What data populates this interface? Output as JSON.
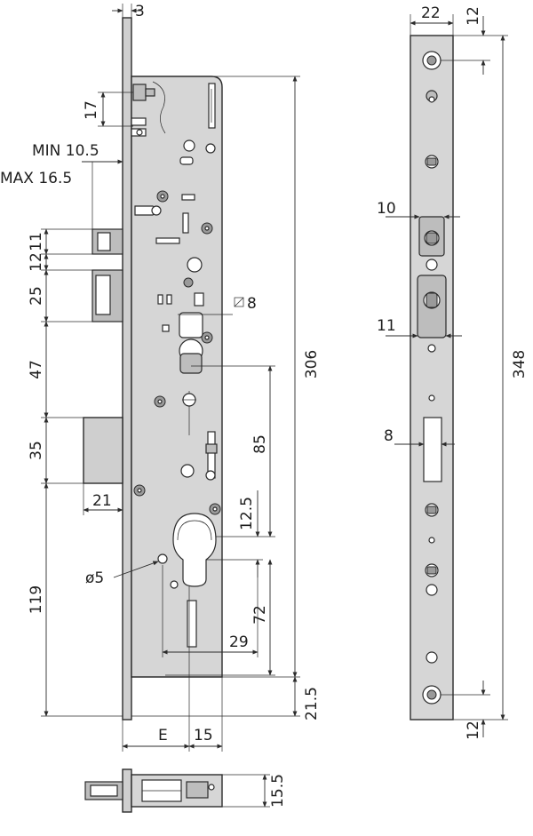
{
  "drawing": {
    "front_view_labels": {
      "dim_3": "3",
      "dim_17": "17",
      "min_backset": "MIN 10.5",
      "max_backset": "MAX 16.5",
      "dim_11": "11",
      "dim_12": "12",
      "dim_25": "25",
      "dim_47": "47",
      "dim_35": "35",
      "dim_21": "21",
      "dim_119": "119",
      "dim_square_8": "8",
      "dim_85": "85",
      "dim_12_5": "12.5",
      "dim_dia5": "ø5",
      "dim_72": "72",
      "dim_29": "29",
      "dim_306": "306",
      "dim_21_5": "21.5",
      "dim_E": "E",
      "dim_15": "15",
      "dim_15_5": "15.5"
    },
    "side_view_labels": {
      "dim_22": "22",
      "dim_12_top": "12",
      "dim_10": "10",
      "dim_11": "11",
      "dim_8": "8",
      "dim_348": "348",
      "dim_12_bottom": "12"
    }
  }
}
